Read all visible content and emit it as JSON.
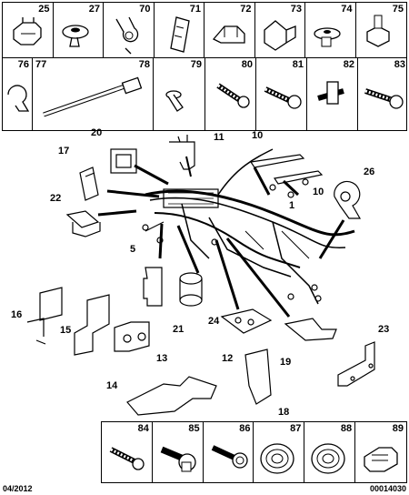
{
  "top_row": [
    "25",
    "27",
    "70",
    "71",
    "72",
    "73",
    "74",
    "75"
  ],
  "second_row": {
    "first": "76",
    "tie_left": "77",
    "tie_right": "78",
    "rest": [
      "79",
      "80",
      "81",
      "82",
      "83"
    ]
  },
  "bottom_row": [
    "84",
    "85",
    "86",
    "87",
    "88",
    "89"
  ],
  "callouts": {
    "c20": "20",
    "c17": "17",
    "c22": "22",
    "c5": "5",
    "c11": "11",
    "c10a": "10",
    "c10b": "10",
    "c26": "26",
    "c1": "1",
    "c21": "21",
    "c24": "24",
    "c12": "12",
    "c19": "19",
    "c23": "23",
    "c16": "16",
    "c15": "15",
    "c14": "14",
    "c13": "13",
    "c18": "18"
  },
  "footer": {
    "date": "04/2012",
    "ref": "00014030"
  }
}
